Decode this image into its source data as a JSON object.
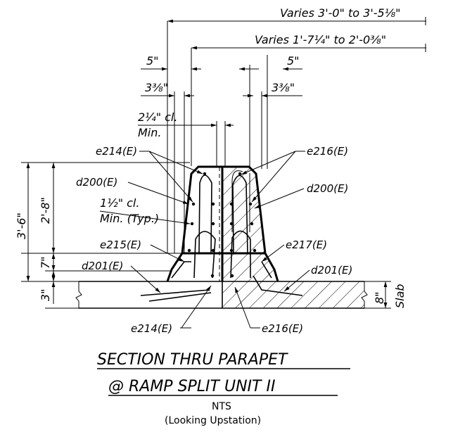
{
  "labels": {
    "varies_outer": "Varies 3'-0\" to 3'-5⅛\"",
    "varies_inner": "Varies 1'-7¼\" to 2'-0⅜\"",
    "five_left": "5\"",
    "five_right": "5\"",
    "three_three_eighths_left": "3⅜\"",
    "three_three_eighths_right": "3⅜\"",
    "clear_2_quarter": "2¼\" cl.",
    "min": "Min.",
    "clear_1_half": "1½\" cl.",
    "min_typ": "Min. (Typ.)",
    "e214_top": "e214(E)",
    "e216_top": "e216(E)",
    "d200_left": "d200(E)",
    "d200_right": "d200(E)",
    "e215": "e215(E)",
    "e217": "e217(E)",
    "d201_left": "d201(E)",
    "d201_right": "d201(E)",
    "e214_bottom": "e214(E)",
    "e216_bottom": "e216(E)",
    "height_total": "3'-6\"",
    "height_upper": "2'-8\"",
    "height_7": "7\"",
    "height_3": "3\"",
    "slab_8": "8\"",
    "slab": "Slab"
  },
  "title": {
    "line1": "SECTION THRU PARAPET",
    "line2": "@ RAMP SPLIT UNIT II",
    "scale": "NTS",
    "view": "(Looking Upstation)"
  }
}
